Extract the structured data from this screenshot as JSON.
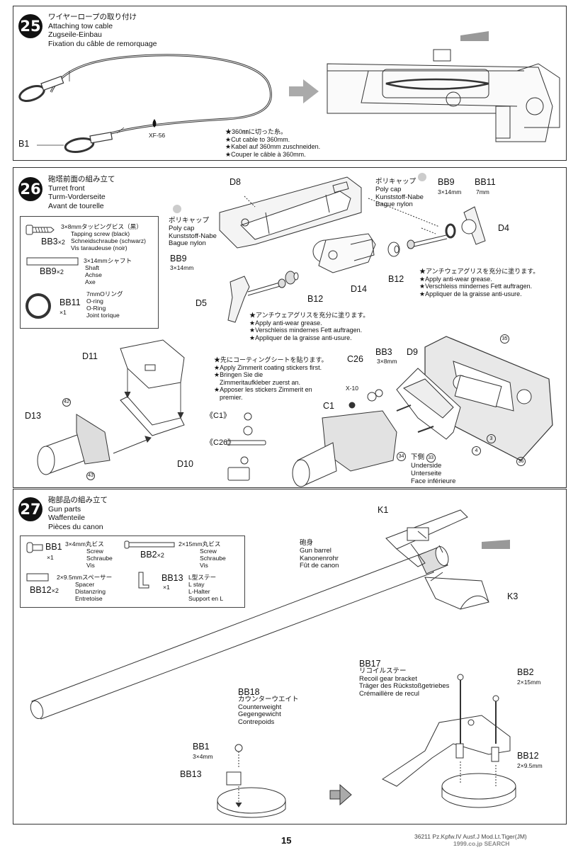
{
  "page_number": "15",
  "footer_code": "36211  Pz.Kpfw.IV Ausf.J Mod.Lt.Tiger(JM)",
  "watermark": "1999.co.jp SEARCH",
  "arrow_icon": "next-arrow-icon",
  "steps": [
    {
      "number": "25",
      "title_jp": "ワイヤーロープの取り付け",
      "title_en": "Attaching tow cable",
      "title_de": "Zugseile-Einbau",
      "title_fr": "Fixation du câble de remorquage",
      "labels": {
        "b1": "B1",
        "xf56": "XF-56"
      },
      "notes": [
        "★360㎜に切った糸。",
        "★Cut cable to 360mm.",
        "★Kabel auf 360mm zuschneiden.",
        "★Couper le câble à 360mm."
      ]
    },
    {
      "number": "26",
      "title_jp": "砲塔前面の組み立て",
      "title_en": "Turret front",
      "title_de": "Turm-Vorderseite",
      "title_fr": "Avant de tourelle",
      "parts": [
        {
          "code": "BB3",
          "qty": "×2",
          "size": "3×8mmタッピングビス（黒）",
          "en": "Tapping screw (black)",
          "de": "Schneidschraube (schwarz)",
          "fr": "Vis taraudeuse (noir)"
        },
        {
          "code": "BB9",
          "qty": "×2",
          "size": "3×14mmシャフト",
          "en": "Shaft",
          "de": "Achse",
          "fr": "Axe"
        },
        {
          "code": "BB11",
          "qty": "×1",
          "size": "7mmOリング",
          "en": "O-ring",
          "de": "O-Ring",
          "fr": "Joint torique"
        }
      ],
      "polycap": {
        "jp": "ポリキャップ",
        "en": "Poly cap",
        "de": "Kunststoff-Nabe",
        "fr": "Bague nylon"
      },
      "labels": {
        "d8": "D8",
        "d4": "D4",
        "d5": "D5",
        "b12a": "B12",
        "b12b": "B12",
        "d14": "D14",
        "bb9a": "BB9",
        "bb9a_size": "3×14mm",
        "bb9b": "BB9",
        "bb9b_size": "3×14mm",
        "bb11": "BB11",
        "bb11_size": "7mm",
        "d11": "D11",
        "d10": "D10",
        "d13": "D13",
        "c1": "C1",
        "c26": "C26",
        "x10": "X-10",
        "bb3": "BB3",
        "bb3_size": "3×8mm",
        "d9": "D9",
        "c1b": "《C1》",
        "c26b": "《C26》",
        "n42": "42",
        "n43": "43",
        "n34": "34",
        "n33": "33",
        "n35": "35",
        "n36": "36",
        "n3": "3",
        "n4": "4"
      },
      "grease_notes": [
        "★アンチウェアグリスを充分に塗ります。",
        "★Apply anti-wear grease.",
        "★Verschleiss mindernes Fett auftragen.",
        "★Appliquer de la graisse anti-usure."
      ],
      "zimmerit_notes": [
        "★先にコーティングシートを貼ります。",
        "★Apply Zimmerit coating stickers first.",
        "★Bringen Sie die",
        "Zimmeritaufkleber zuerst an.",
        "★Apposer les stickers Zimmerit en",
        "premier."
      ],
      "underside": {
        "jp": "下側",
        "en": "Underside",
        "de": "Unterseite",
        "fr": "Face inférieure"
      }
    },
    {
      "number": "27",
      "title_jp": "砲部品の組み立て",
      "title_en": "Gun parts",
      "title_de": "Waffenteile",
      "title_fr": "Pièces du canon",
      "parts": [
        {
          "code": "BB1",
          "qty": "×1",
          "size": "3×4mm丸ビス",
          "en": "Screw",
          "de": "Schraube",
          "fr": "Vis"
        },
        {
          "code": "BB2",
          "qty": "×2",
          "size": "2×15mm丸ビス",
          "en": "Screw",
          "de": "Schraube",
          "fr": "Vis"
        },
        {
          "code": "BB12",
          "qty": "×2",
          "size": "2×9.5mmスペーサー",
          "en": "Spacer",
          "de": "Distanzring",
          "fr": "Entretoise"
        },
        {
          "code": "BB13",
          "qty": "×1",
          "size": "L型ステー",
          "en": "L stay",
          "de": "L-Halter",
          "fr": "Support en L"
        }
      ],
      "barrel": {
        "jp": "砲身",
        "en": "Gun barrel",
        "de": "Kanonenrohr",
        "fr": "Fût de canon"
      },
      "counterweight": {
        "code": "BB18",
        "jp": "カウンターウエイト",
        "en": "Counterweight",
        "de": "Gegengewicht",
        "fr": "Contrepoids"
      },
      "bracket": {
        "code": "BB17",
        "jp": "リコイルステー",
        "en": "Recoil gear bracket",
        "de": "Träger des Rückstoßgetriebes",
        "fr": "Crémaillère de recul"
      },
      "labels": {
        "k1": "K1",
        "k3": "K3",
        "bb1": "BB1",
        "bb1_size": "3×4mm",
        "bb13": "BB13",
        "bb2": "BB2",
        "bb2_size": "2×15mm",
        "bb12": "BB12",
        "bb12_size": "2×9.5mm"
      }
    }
  ]
}
